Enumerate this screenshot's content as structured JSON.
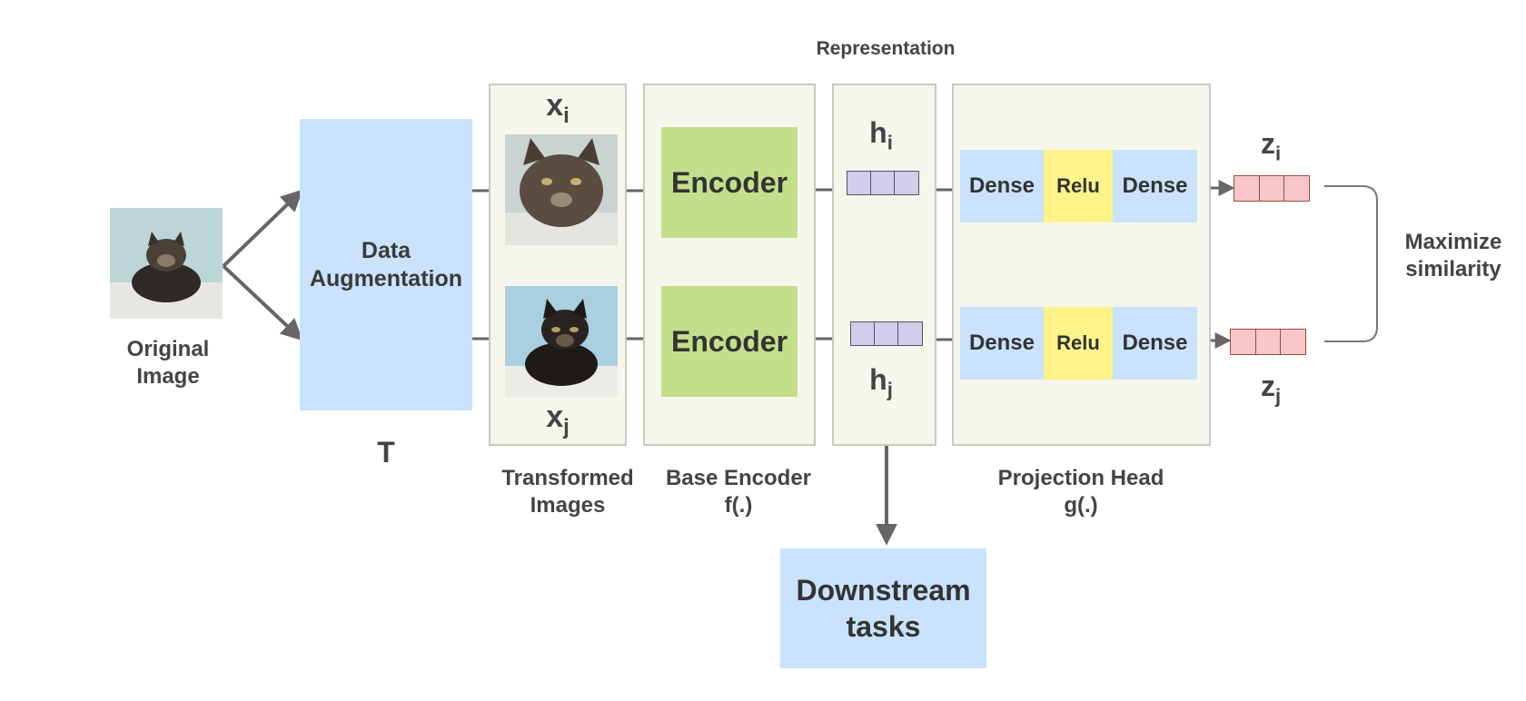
{
  "diagram": {
    "original_image_label": "Original\nImage",
    "augmentation_label": "Data\nAugmentation",
    "augmentation_symbol": "T",
    "representation_label": "Representation",
    "transformed_images_label": "Transformed\nImages",
    "base_encoder_label": "Base Encoder\nf(.)",
    "projection_head_label": "Projection Head\ng(.)",
    "encoder_block_label": "Encoder",
    "dense_label": "Dense",
    "relu_label": "Relu",
    "downstream_label": "Downstream\ntasks",
    "maximize_label": "Maximize\nsimilarity",
    "xi": {
      "base": "x",
      "sub": "i"
    },
    "xj": {
      "base": "x",
      "sub": "j"
    },
    "hi": {
      "base": "h",
      "sub": "i"
    },
    "hj": {
      "base": "h",
      "sub": "j"
    },
    "zi": {
      "base": "z",
      "sub": "i"
    },
    "zj": {
      "base": "z",
      "sub": "j"
    },
    "colors": {
      "panel_bg": "#f7f6ec",
      "panel_border": "#c9c8bd",
      "blue_block": "#cae2fc",
      "encoder_green": "#c3df8b",
      "relu_yellow": "#fdf38a",
      "representation_vector": "#d3cdec",
      "projection_vector": "#f7c7c7",
      "arrow": "#666666"
    }
  }
}
